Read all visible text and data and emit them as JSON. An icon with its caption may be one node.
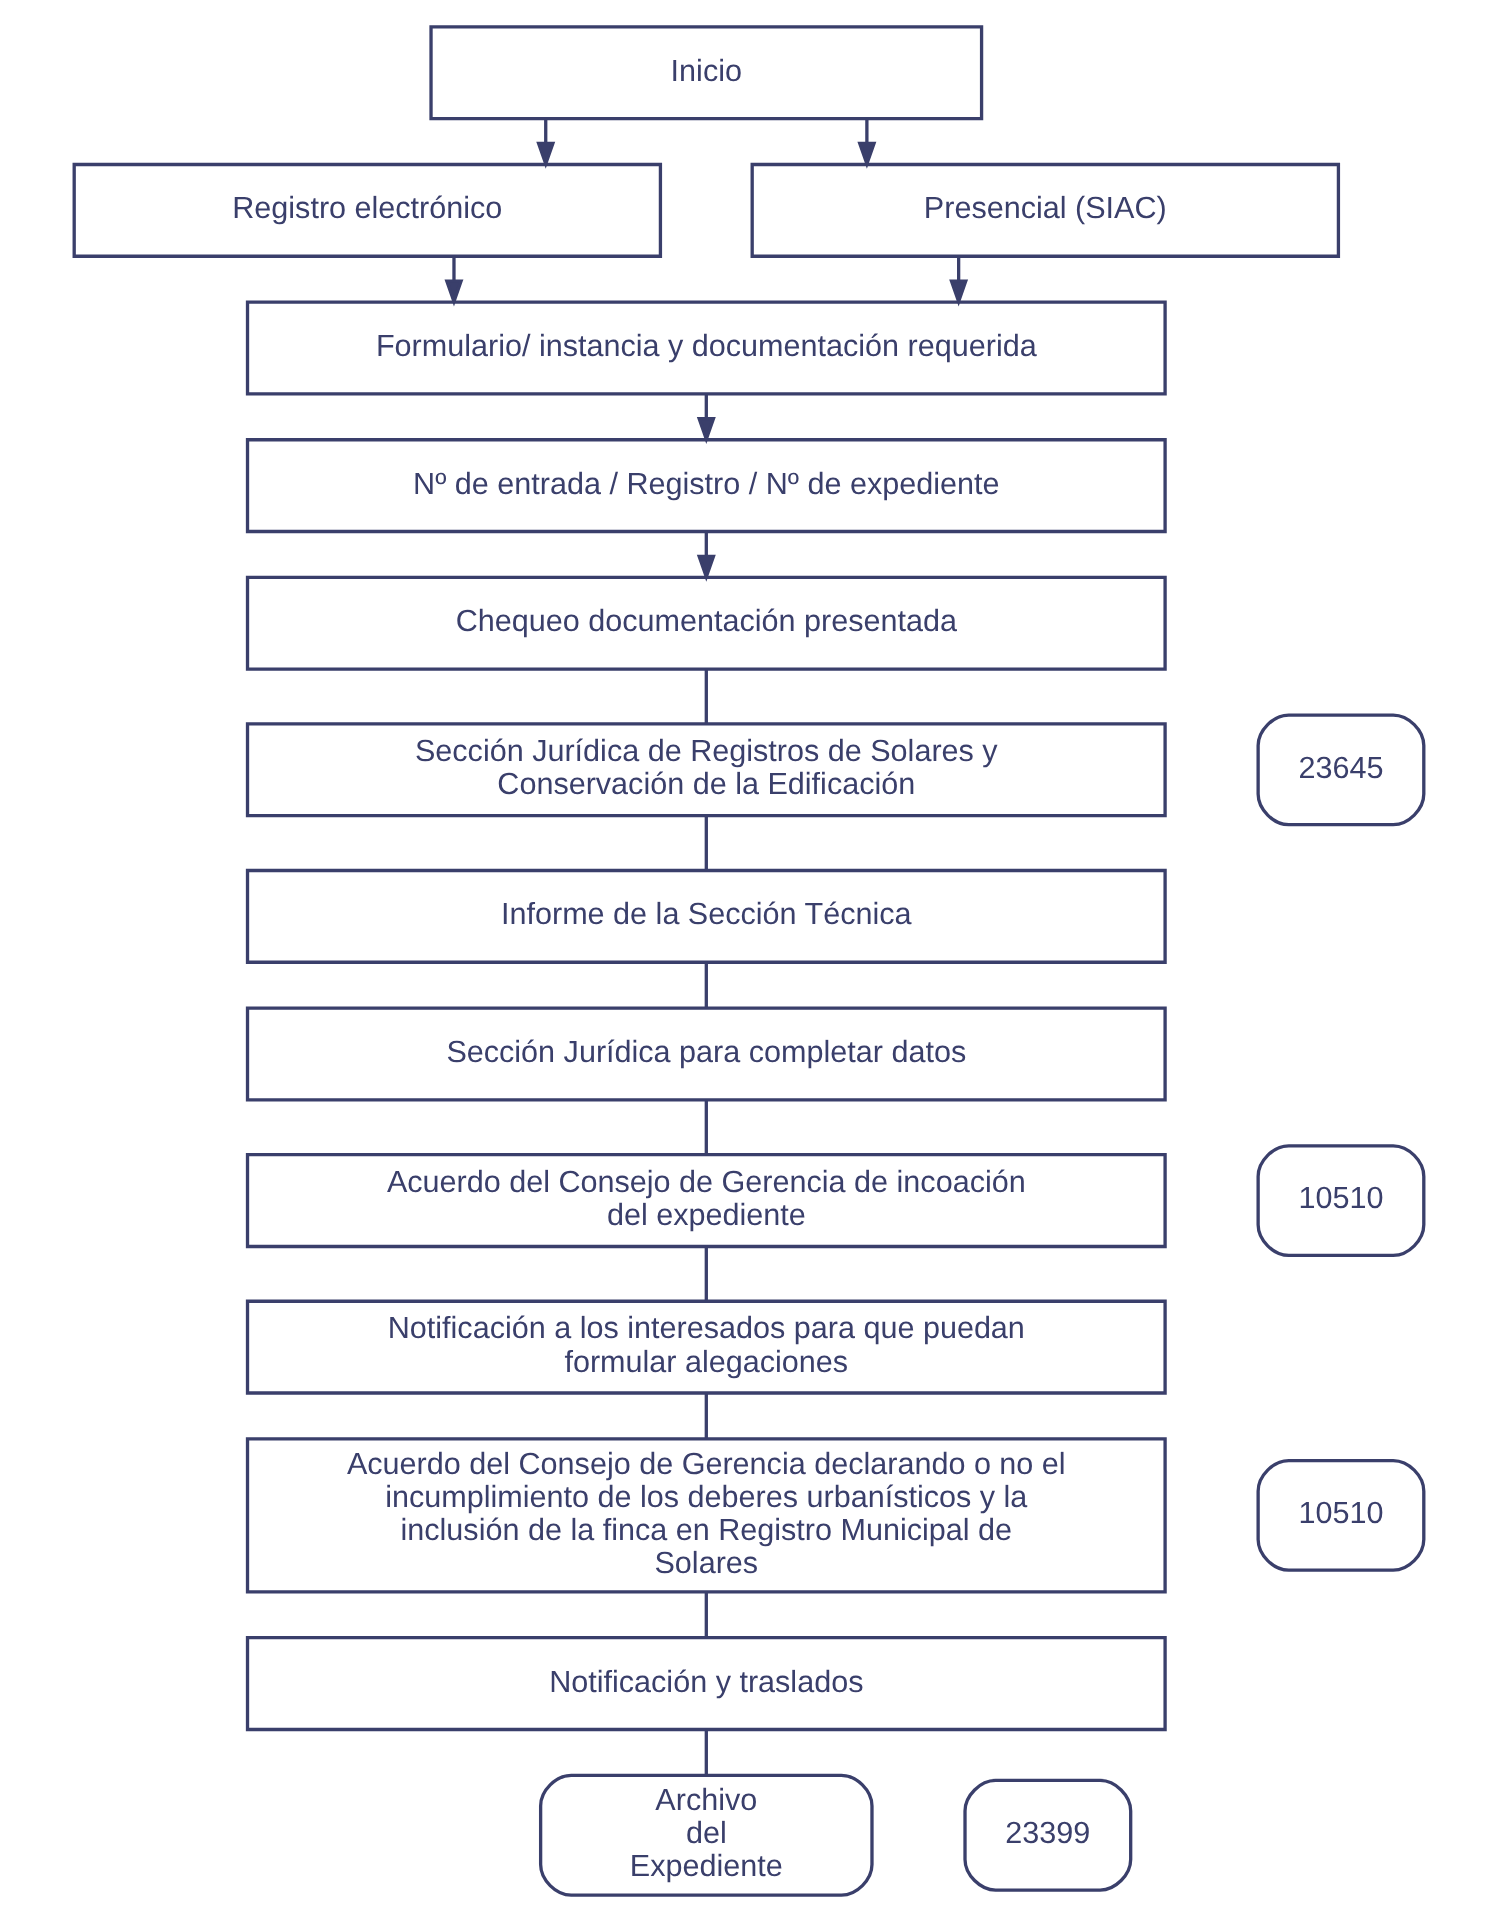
{
  "diagram": {
    "nodes": [
      {
        "text": [
          "Inicio"
        ]
      },
      {
        "text": [
          "Registro electrónico"
        ]
      },
      {
        "text": [
          "Presencial (SIAC)"
        ]
      },
      {
        "text": [
          "Formulario/ instancia y documentación requerida"
        ]
      },
      {
        "text": [
          "Nº de entrada / Registro / Nº de expediente"
        ]
      },
      {
        "text": [
          "Chequeo documentación presentada"
        ]
      },
      {
        "text": [
          "Sección Jurídica de Registros de Solares y Conservación de la Edificación"
        ]
      },
      {
        "text": [
          "23645"
        ]
      },
      {
        "text": [
          "Informe de la Sección Técnica"
        ]
      },
      {
        "text": [
          "Sección Jurídica para completar datos"
        ]
      },
      {
        "text": [
          "Acuerdo del Consejo de Gerencia de incoación del expediente"
        ]
      },
      {
        "text": [
          "10510"
        ]
      },
      {
        "text": [
          "Notificación a los interesados para que puedan formular alegaciones"
        ]
      },
      {
        "text": [
          "Acuerdo del Consejo de Gerencia declarando o no el incumplimiento de los deberes urbanísticos y la inclusión de la finca en Registro Municipal de Solares"
        ]
      },
      {
        "text": [
          "10510"
        ]
      },
      {
        "text": [
          "Notificación y traslados"
        ]
      },
      {
        "text": [
          "Archivo del Expediente"
        ]
      },
      {
        "text": [
          "23399"
        ]
      }
    ],
    "edges": [
      {
        "from": 0,
        "to": 1,
        "arrow": "to"
      },
      {
        "from": 0,
        "to": 2,
        "arrow": "to"
      },
      {
        "from": 1,
        "to": 3,
        "arrow": "to"
      },
      {
        "from": 2,
        "to": 3,
        "arrow": "to"
      },
      {
        "from": 3,
        "to": 4,
        "arrow": "to"
      },
      {
        "from": 4,
        "to": 5,
        "arrow": "to"
      },
      {
        "from": 5,
        "to": 6,
        "arrow": "none"
      },
      {
        "from": 6,
        "to": 8,
        "arrow": "none"
      },
      {
        "from": 8,
        "to": 9,
        "arrow": "none"
      },
      {
        "from": 9,
        "to": 10,
        "arrow": "none"
      },
      {
        "from": 10,
        "to": 12,
        "arrow": "none"
      },
      {
        "from": 12,
        "to": 13,
        "arrow": "none"
      },
      {
        "from": 13,
        "to": 15,
        "arrow": "none"
      },
      {
        "from": 15,
        "to": 16,
        "arrow": "none"
      }
    ]
  }
}
